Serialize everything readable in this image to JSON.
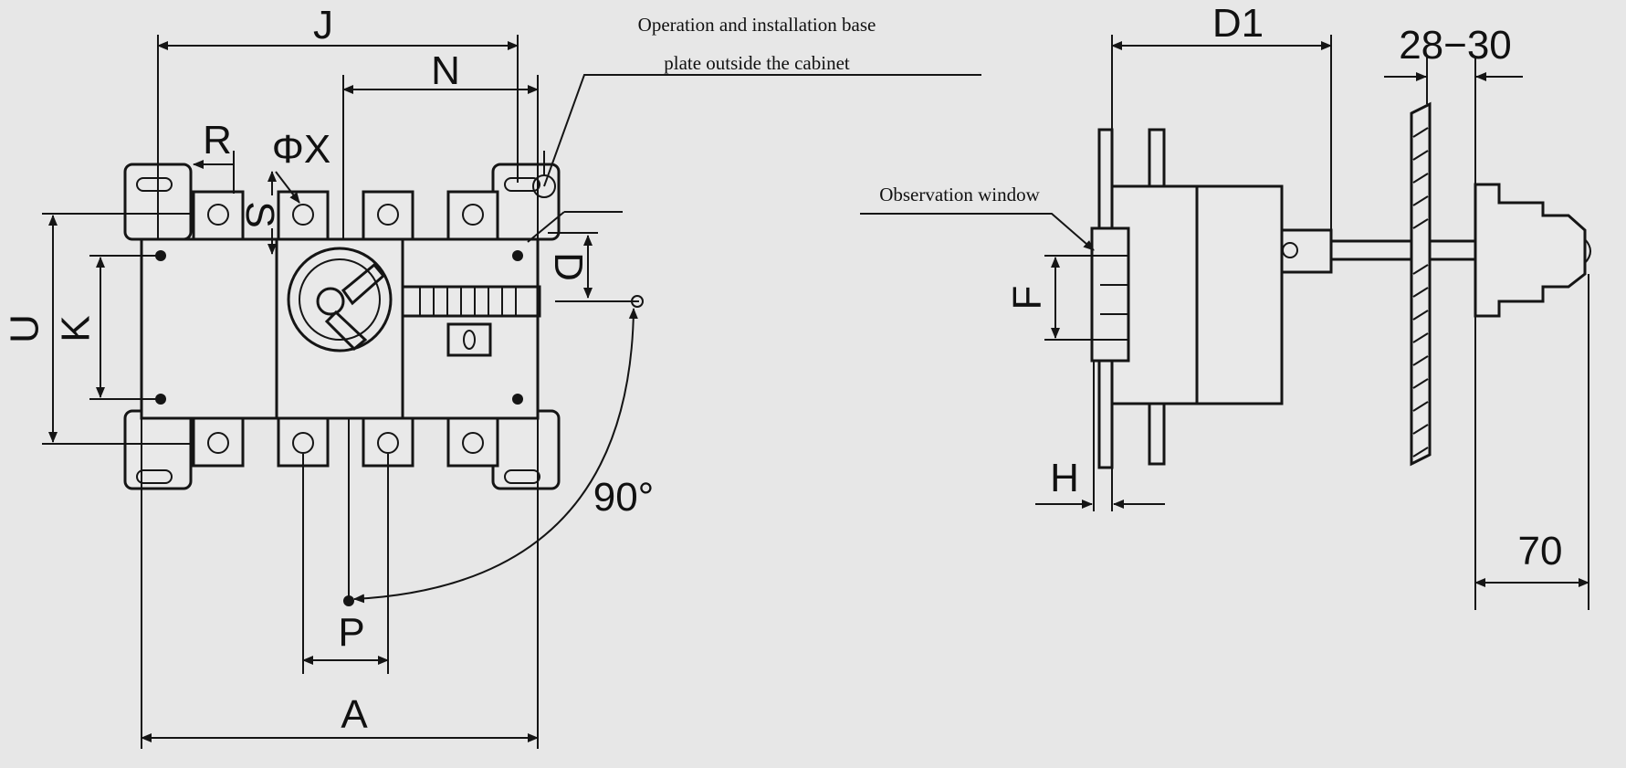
{
  "labels": {
    "J": "J",
    "N": "N",
    "R": "R",
    "PhiX": "ΦX",
    "S": "S",
    "D": "D",
    "U": "U",
    "K": "K",
    "P": "P",
    "A": "A",
    "angle": "90°",
    "D1": "D1",
    "range": "28−30",
    "F": "F",
    "H": "H",
    "w70": "70"
  },
  "annotations": {
    "base_plate_line1": "Operation and installation base",
    "base_plate_line2": "plate outside the cabinet",
    "observation_window": "Observation window"
  },
  "colors": {
    "background": "#e7e7e7",
    "ink": "#151515"
  }
}
